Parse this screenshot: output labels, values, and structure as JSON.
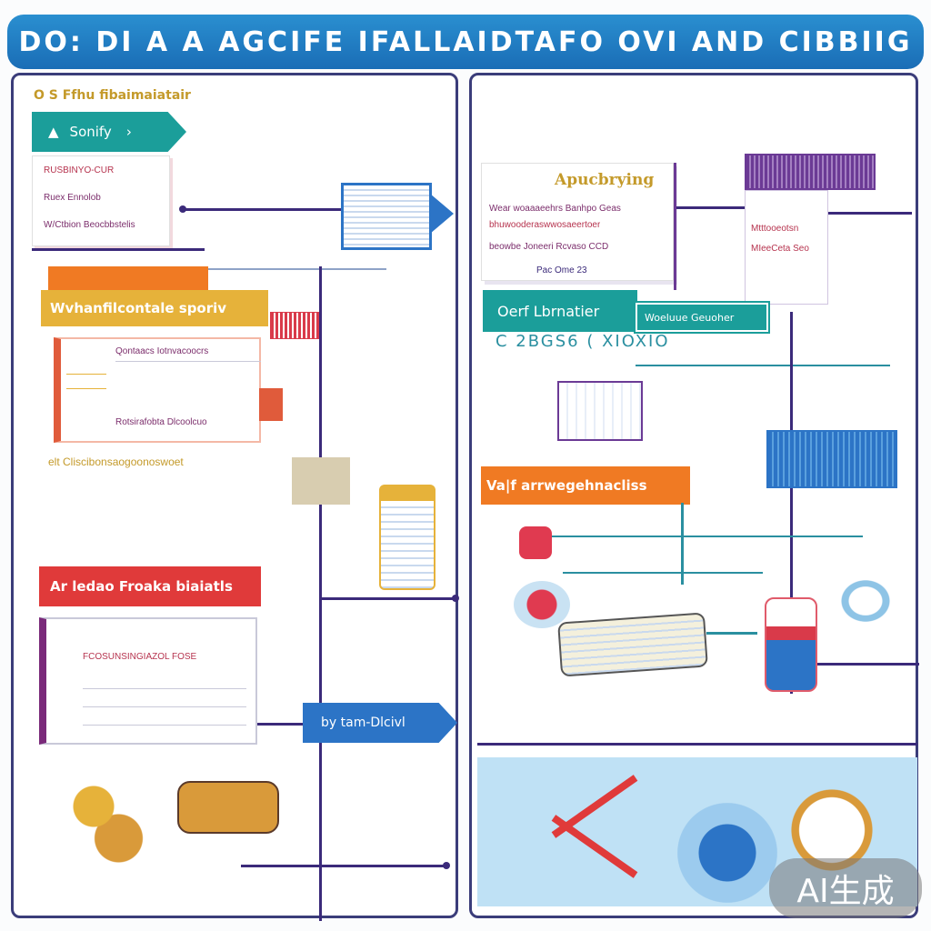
{
  "banner": {
    "title": "DO: DI A A AGCIFE IFALLAIDTAFO OVI AND CIBBIIG"
  },
  "left_panel": {
    "header": "O S Ffhu fibaimaiatair",
    "nav_button": "Sonify",
    "list_items": [
      "RUSBINYO-CUR",
      "Ruex Ennolob",
      "W/Ctbion Beocbbstelis"
    ],
    "orange_header": "Wvhanfilcontale sporiv",
    "orange_card_lines": [
      "Qontaacs Iotnvacoocrs",
      "Rotsirafobta Dlcoolcuo"
    ],
    "orange_footer": "elt Cliscibonsaogoonoswoet",
    "red_header": "Ar ledao Froaka biaiatls",
    "red_card_line": "FCOSUNSINGIAZOL FOSE",
    "blue_arrow": "by tam-Dlcivl"
  },
  "right_panel": {
    "card_title": "Apucbrying",
    "card_lines": [
      "Wear woaaaeehrs Banhpo Geas",
      "bhuwooderaswwosaeertoer",
      "beowbe Joneeri Rcvaso CCD"
    ],
    "card_footer": "Pac Ome 23",
    "teal_header": "Oerf Lbrnatier",
    "teal_box": "Woeluue Geuoher",
    "teal_sub": "C 2BGS6 ( XIOXIO",
    "purple_lines": [
      "Mtttooeotsn",
      "MIeeCeta Seo"
    ],
    "orange_bar": "Va|f arrwegehnacliss"
  },
  "watermark": "AI生成",
  "colors": {
    "banner": "#1f7cc4",
    "frame": "#3b3d7a",
    "teal": "#1b9e9a",
    "orange": "#f07a23",
    "gold": "#e6b23a",
    "red": "#e03a3a",
    "blue": "#2c74c6",
    "purple": "#6b3a95"
  }
}
